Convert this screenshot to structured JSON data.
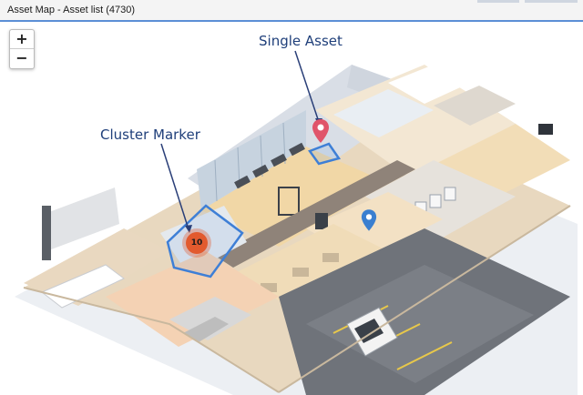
{
  "panel": {
    "title": "Asset Map - Asset list (4730)"
  },
  "zoom": {
    "in_label": "+",
    "out_label": "−"
  },
  "annotations": {
    "single_asset": "Single Asset",
    "cluster_marker": "Cluster Marker"
  },
  "cluster": {
    "count": "10",
    "color": "#e25a2e"
  },
  "markers": {
    "single_asset_color": "#e0546a",
    "asset_color": "#3a7fd0"
  }
}
